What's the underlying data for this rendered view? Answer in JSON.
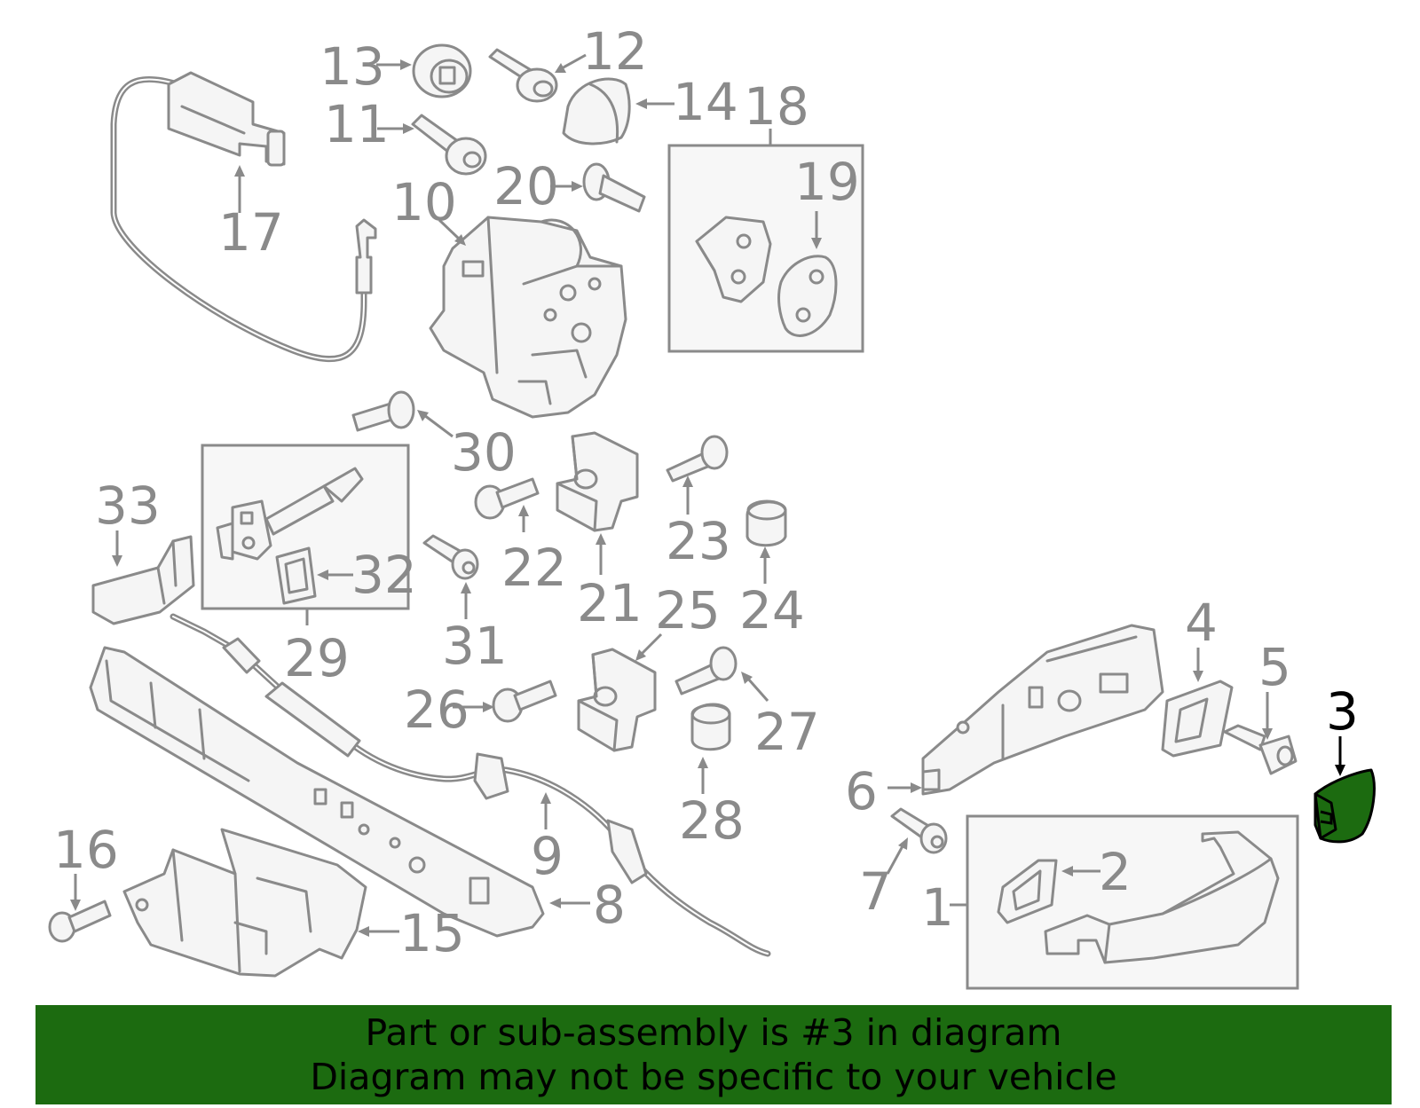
{
  "labels": {
    "p1": "1",
    "p2": "2",
    "p3": "3",
    "p4": "4",
    "p5": "5",
    "p6": "6",
    "p7": "7",
    "p8": "8",
    "p9": "9",
    "p10": "10",
    "p11": "11",
    "p12": "12",
    "p13": "13",
    "p14": "14",
    "p15": "15",
    "p16": "16",
    "p17": "17",
    "p18": "18",
    "p19": "19",
    "p20": "20",
    "p21": "21",
    "p22": "22",
    "p23": "23",
    "p24": "24",
    "p25": "25",
    "p26": "26",
    "p27": "27",
    "p28": "28",
    "p29": "29",
    "p30": "30",
    "p31": "31",
    "p32": "32",
    "p33": "33"
  },
  "highlight": {
    "part": "3",
    "color": "#1c6b10"
  },
  "banner": {
    "line1": "Part or sub-assembly is #3 in diagram",
    "line2": "Diagram may not be specific to your vehicle",
    "background": "#1c6b10"
  },
  "colors": {
    "line": "#8a8a8a",
    "highlight_outline": "#000000"
  }
}
